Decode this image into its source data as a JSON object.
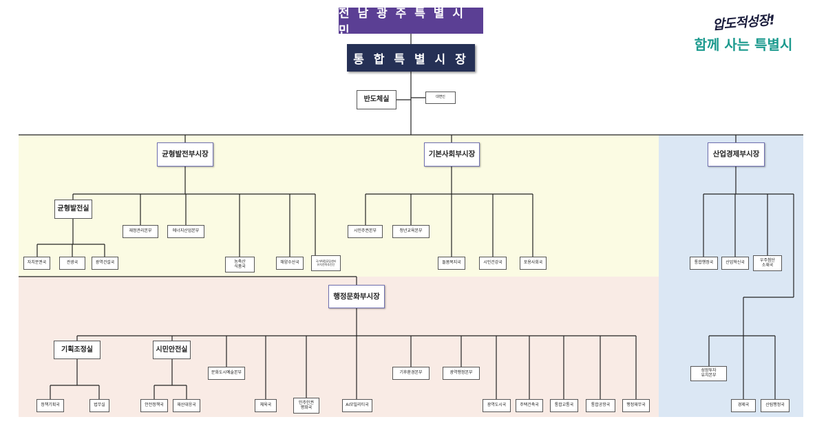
{
  "colors": {
    "title_bg": "#5b3f94",
    "mayor_bg": "#253055",
    "yellow_zone": "#fbfbe3",
    "blue_zone": "#dbe7f4",
    "pink_zone": "#f9ebe5",
    "line": "#222222",
    "slogan_dark": "#1b1d3c",
    "slogan_teal": "#1c9a8e"
  },
  "header": {
    "title": "전 남 광 주 특 별 시 민",
    "mayor": "통 합 특 별 시 장"
  },
  "slogan": {
    "line1": "압도적성장!",
    "line2": "함께 사는 특별시"
  },
  "direct": {
    "office": "반도체실",
    "spokesperson": "대변인"
  },
  "vice_mayors": {
    "balanced": "균형발전부시장",
    "social": "기본사회부시장",
    "economic": "산업경제부시장",
    "admin": "행정문화부시장"
  },
  "balanced": {
    "office": "균형발전실",
    "sub": [
      "자치분권국",
      "관광국",
      "광역건설국"
    ],
    "units": [
      "재정관리본부",
      "에너지산업본부",
      "농축산\n식품국",
      "해양수산국",
      "국가AI컴퓨팅센터\n유치전략추진단"
    ]
  },
  "social": {
    "units": [
      "시민주권본부",
      "청년교육본부",
      "돌봄복지국",
      "시민건강국",
      "포용사회국"
    ]
  },
  "economic": {
    "units": [
      "통합행정국",
      "산업혁신국",
      "우주첨단\n소재국"
    ],
    "invest": "성장투자\n유치본부",
    "sub": [
      "경제국",
      "산림행정국"
    ]
  },
  "admin": {
    "planning": "기획조정실",
    "planning_sub": [
      "정책기획국",
      "법무실"
    ],
    "safety": "시민안전실",
    "safety_sub": [
      "안전정책국",
      "재산대응국"
    ],
    "units": [
      "문화도시예술본부",
      "체육국",
      "민주인권\n평화국",
      "AI모빌리티국",
      "기후환경본부",
      "광역행정본부",
      "광역도시국",
      "주택건축국",
      "통합교통국",
      "통합공항국",
      "행정재무국"
    ]
  }
}
